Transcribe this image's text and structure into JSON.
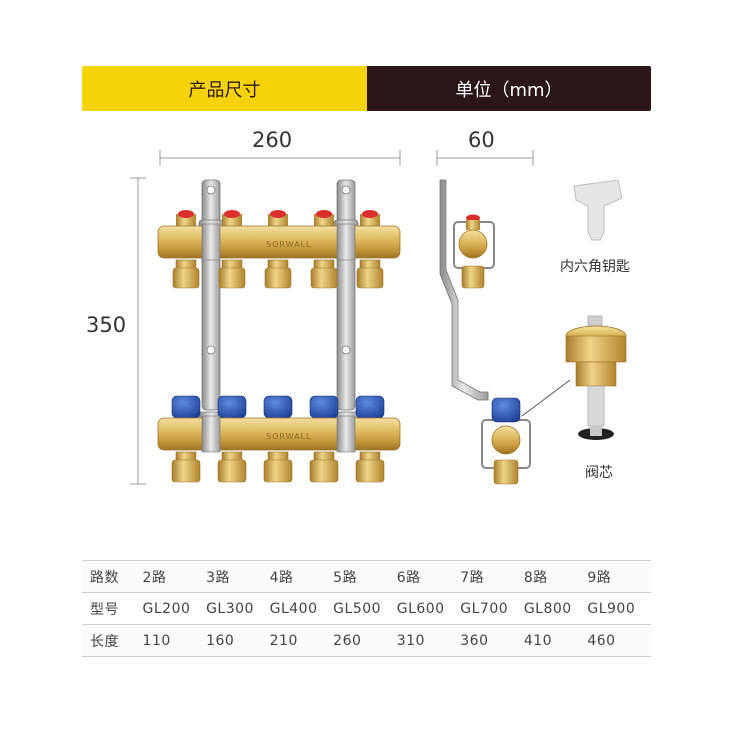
{
  "header": {
    "left_label": "产品尺寸",
    "right_label": "单位（mm）"
  },
  "dimensions": {
    "width_main": "260",
    "width_side": "60",
    "height": "350"
  },
  "parts": {
    "hex_key_label": "内六角钥匙",
    "valve_core_label": "阀芯"
  },
  "brand_mark": "SORWALL",
  "colors": {
    "accent_yellow": "#f5d20a",
    "header_dark": "#2b1717",
    "cap_red": "#d9302b",
    "cap_blue": "#2a56b8",
    "brass": "#d8b45c"
  },
  "spec_table": {
    "rows": [
      {
        "label": "路数",
        "cells": [
          "2路",
          "3路",
          "4路",
          "5路",
          "6路",
          "7路",
          "8路",
          "9路"
        ]
      },
      {
        "label": "型号",
        "cells": [
          "GL200",
          "GL300",
          "GL400",
          "GL500",
          "GL600",
          "GL700",
          "GL800",
          "GL900"
        ]
      },
      {
        "label": "长度",
        "cells": [
          "110",
          "160",
          "210",
          "260",
          "310",
          "360",
          "410",
          "460"
        ]
      }
    ]
  }
}
